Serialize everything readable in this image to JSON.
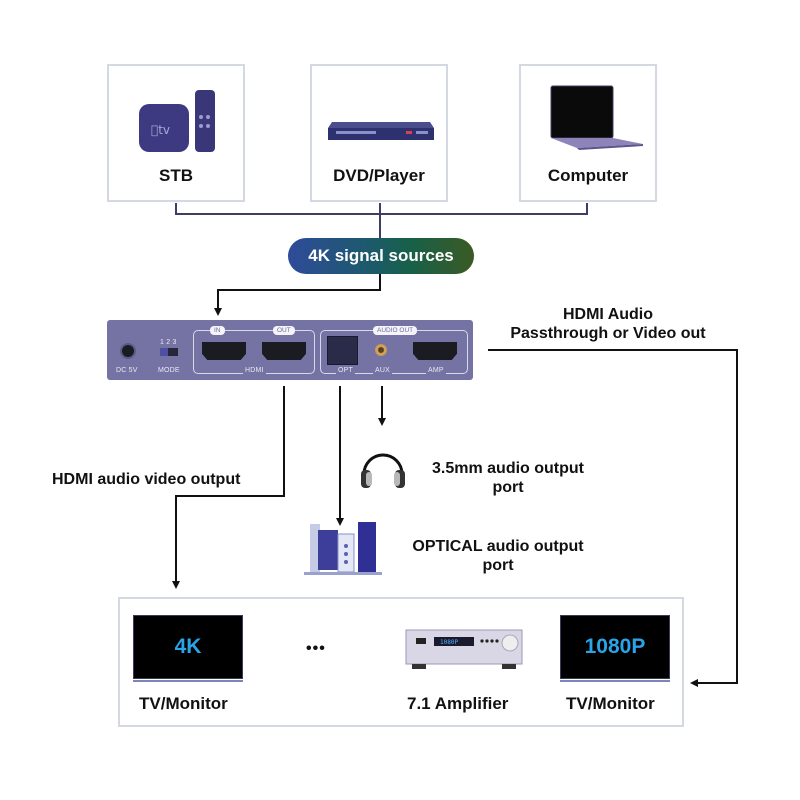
{
  "sources": [
    {
      "label": "STB",
      "icon": "apple-tv-icon"
    },
    {
      "label": "DVD/Player",
      "icon": "dvd-player-icon"
    },
    {
      "label": "Computer",
      "icon": "laptop-icon"
    }
  ],
  "hub_label": "4K signal sources",
  "device": {
    "power_label": "DC 5V",
    "mode_numbers": "1 2 3",
    "mode_label": "MODE",
    "hdmi_group_label": "HDMI",
    "in_label": "IN",
    "out_label": "OUT",
    "audio_out_label": "AUDIO OUT",
    "opt_label": "OPT",
    "aux_label": "AUX",
    "amp_label": "AMP"
  },
  "annotations": {
    "passthrough_line1": "HDMI Audio",
    "passthrough_line2": "Passthrough or Video out",
    "hdmi_av_output": "HDMI audio video output",
    "aux_line1": "3.5mm audio output",
    "aux_line2": "port",
    "optical_line1": "OPTICAL audio output",
    "optical_line2": "port"
  },
  "outputs": {
    "tv_left": {
      "screen_text": "4K",
      "label": "TV/Monitor"
    },
    "ellipsis": "•••",
    "amplifier": {
      "label": "7.1 Amplifier"
    },
    "tv_right": {
      "screen_text": "1080P",
      "label": "TV/Monitor"
    }
  },
  "colors": {
    "device_body": "#7473a4",
    "box_border": "#d3d8e3",
    "source_connector": "#3d3d66",
    "screen_text": "#2aa3e8"
  }
}
